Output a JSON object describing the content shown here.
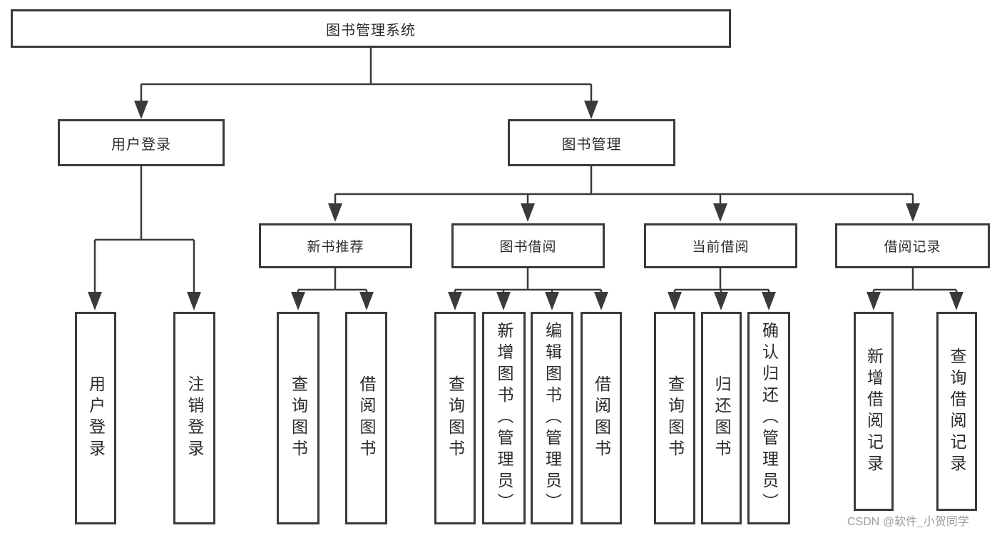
{
  "tree": {
    "label": "图书管理系统",
    "children": [
      {
        "label": "用户登录",
        "children": [
          {
            "label": "用户登录"
          },
          {
            "label": "注销登录"
          }
        ]
      },
      {
        "label": "图书管理",
        "children": [
          {
            "label": "新书推荐",
            "children": [
              {
                "label": "查询图书"
              },
              {
                "label": "借阅图书"
              }
            ]
          },
          {
            "label": "图书借阅",
            "children": [
              {
                "label": "查询图书"
              },
              {
                "label": "新增图书（管理员）"
              },
              {
                "label": "编辑图书（管理员）"
              },
              {
                "label": "借阅图书"
              }
            ]
          },
          {
            "label": "当前借阅",
            "children": [
              {
                "label": "查询图书"
              },
              {
                "label": "归还图书"
              },
              {
                "label": "确认归还（管理员）"
              }
            ]
          },
          {
            "label": "借阅记录",
            "children": [
              {
                "label": "新增借阅记录"
              },
              {
                "label": "查询借阅记录"
              }
            ]
          }
        ]
      }
    ]
  },
  "watermark": {
    "text": "CSDN @软件_小贺同学",
    "color": "#9c9c9c"
  },
  "colors": {
    "line": "#3a3a3a",
    "text": "#2b2b2b",
    "box_background": "#ffffff",
    "page_background": "#ffffff"
  }
}
